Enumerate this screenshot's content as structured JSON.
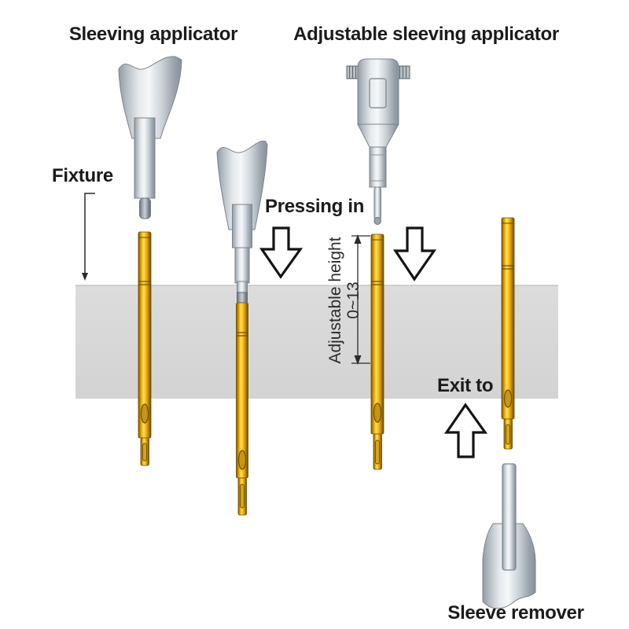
{
  "diagram": {
    "title_left": "Sleeving applicator",
    "title_right": "Adjustable sleeving applicator",
    "fixture_label": "Fixture",
    "pressing_in_label": "Pressing in",
    "adjustable_height_label": "Adjustable height",
    "adjustable_height_range": "0~13",
    "exit_to_label": "Exit to",
    "sleeve_remover_label": "Sleeve remover"
  },
  "colors": {
    "background": "#ffffff",
    "fixture_plate": "#d8d8d8",
    "text": "#1b1b1b",
    "rotated_text": "#2b2b2b",
    "arrow_outline": "#141414",
    "pin_gold_bright": "#ffdd66",
    "pin_gold_mid": "#f0b000",
    "pin_gold_dark": "#6b4d00",
    "metal_light": "#f5f7f8",
    "metal_mid": "#ccd3d8",
    "metal_dark": "#6b747c"
  }
}
